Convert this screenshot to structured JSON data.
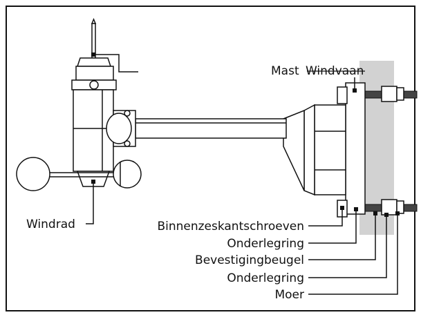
{
  "labels": {
    "mast": "Mast",
    "windvaan": "Windvaan",
    "windrad": "Windrad",
    "binnenzeskantschroeven": "Binnenzeskantschroeven",
    "onderlegring_1": "Onderlegring",
    "bevestigingbeugel": "Bevestigingbeugel",
    "onderlegring_2": "Onderlegring",
    "moer": "Moer"
  },
  "colors": {
    "line": "#111111",
    "mast": "#d2d2d2",
    "frame": "#111111",
    "background": "#ffffff"
  }
}
